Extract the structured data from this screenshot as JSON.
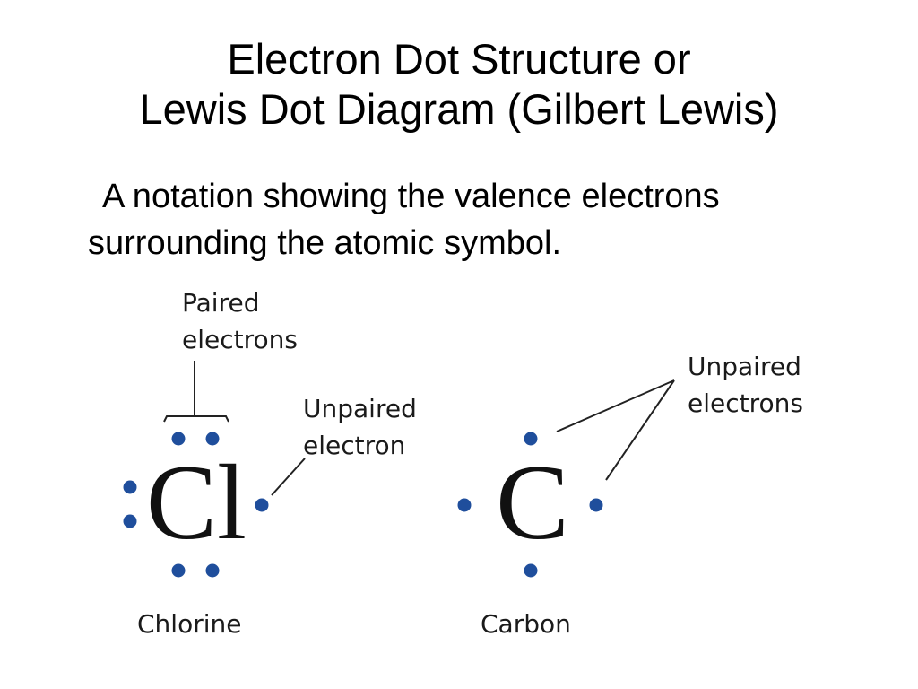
{
  "slide": {
    "title_line1": "Electron Dot Structure or",
    "title_line2": "Lewis Dot Diagram (Gilbert Lewis)",
    "definition_line1": "A notation showing the valence electrons",
    "definition_line2": "surrounding the atomic symbol."
  },
  "diagram": {
    "electron_color": "#1f4e9c",
    "chlorine": {
      "symbol": "Cl",
      "name": "Chlorine",
      "paired_label_line1": "Paired",
      "paired_label_line2": "electrons",
      "unpaired_label_line1": "Unpaired",
      "unpaired_label_line2": "electron",
      "valence_electrons": 7
    },
    "carbon": {
      "symbol": "C",
      "name": "Carbon",
      "unpaired_label_line1": "Unpaired",
      "unpaired_label_line2": "electrons",
      "valence_electrons": 4
    }
  }
}
